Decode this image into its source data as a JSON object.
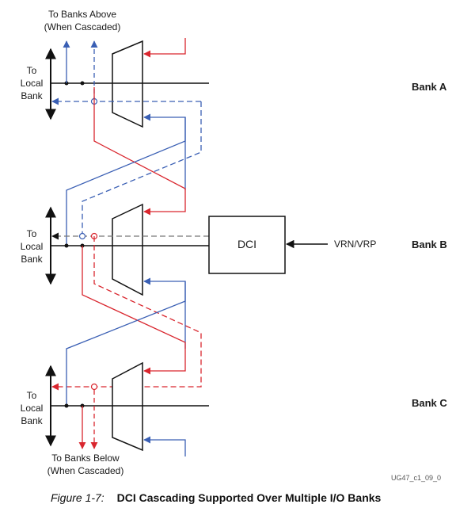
{
  "labels": {
    "banks_above_1": "To Banks Above",
    "banks_above_2": "(When Cascaded)",
    "banks_below_1": "To Banks Below",
    "banks_below_2": "(When Cascaded)",
    "local_bank_1": "To",
    "local_bank_2": "Local",
    "local_bank_3": "Bank",
    "dci": "DCI",
    "vrn_vrp": "VRN/VRP",
    "bank_a": "Bank A",
    "bank_b": "Bank B",
    "bank_c": "Bank C",
    "watermark": "UG47_c1_09_0  "
  },
  "caption": {
    "figure": "Figure 1-7:",
    "title": "DCI Cascading Supported Over Multiple I/O Banks"
  },
  "colors": {
    "red": "#d9262e",
    "blue": "#3a5fb4",
    "black": "#111111"
  }
}
